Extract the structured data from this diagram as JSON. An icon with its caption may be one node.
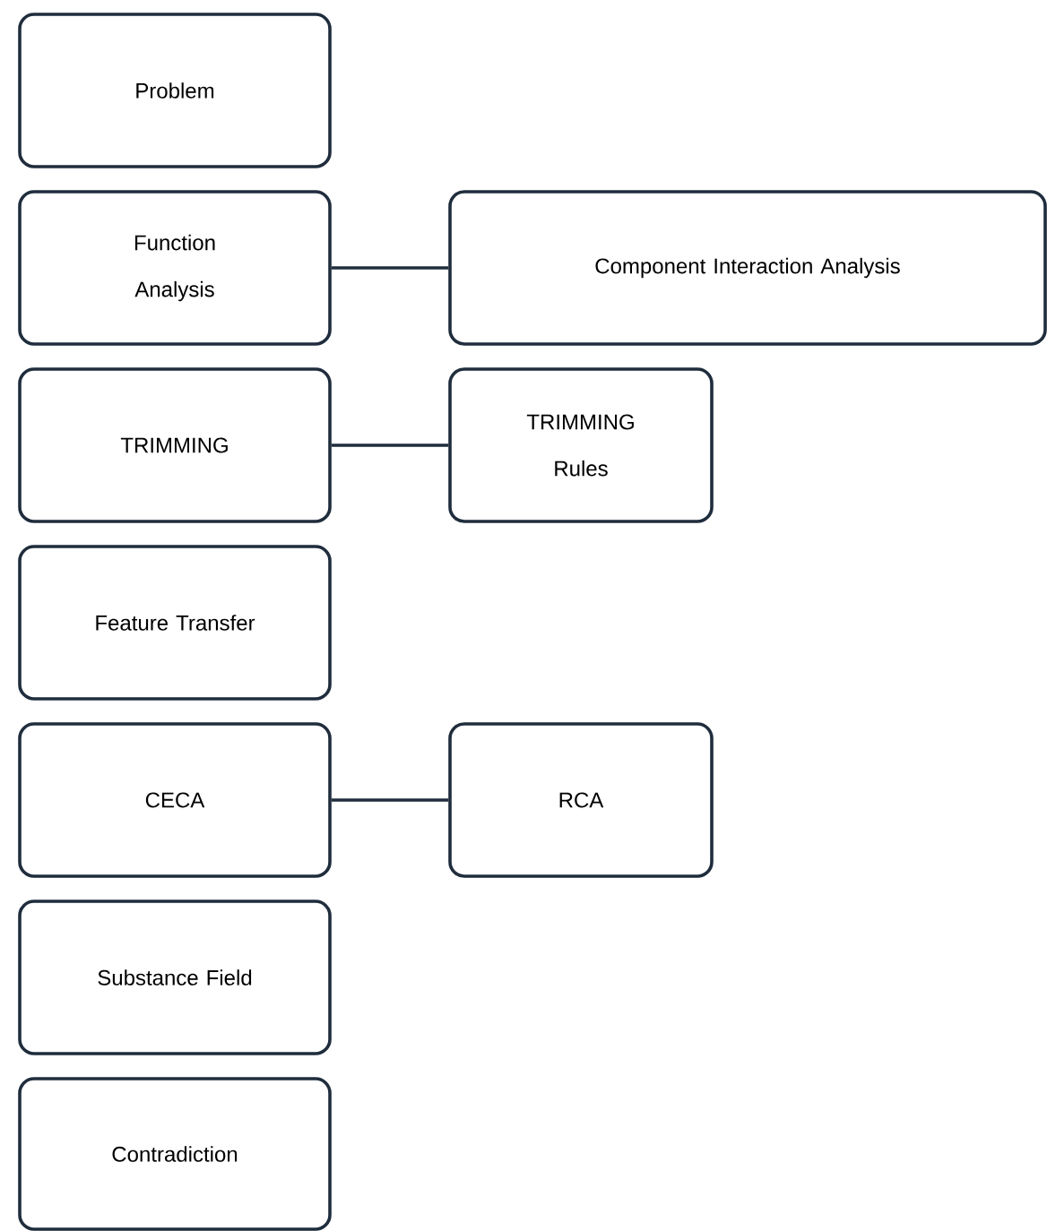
{
  "diagram": {
    "nodes": [
      {
        "text": [
          "Problem"
        ]
      },
      {
        "text": [
          "Function Analysis"
        ]
      },
      {
        "text": [
          "Component Interaction Analysis"
        ]
      },
      {
        "text": [
          "TRIMMING"
        ]
      },
      {
        "text": [
          "TRIMMING Rules"
        ]
      },
      {
        "text": [
          "Feature Transfer"
        ]
      },
      {
        "text": [
          "CECA"
        ]
      },
      {
        "text": [
          "RCA"
        ]
      },
      {
        "text": [
          "Substance Field"
        ]
      },
      {
        "text": [
          "Contradiction"
        ]
      }
    ],
    "edges": [
      {
        "from": 1,
        "to": 2,
        "arrow": "none"
      },
      {
        "from": 3,
        "to": 4,
        "arrow": "none"
      },
      {
        "from": 6,
        "to": 7,
        "arrow": "none"
      }
    ]
  }
}
